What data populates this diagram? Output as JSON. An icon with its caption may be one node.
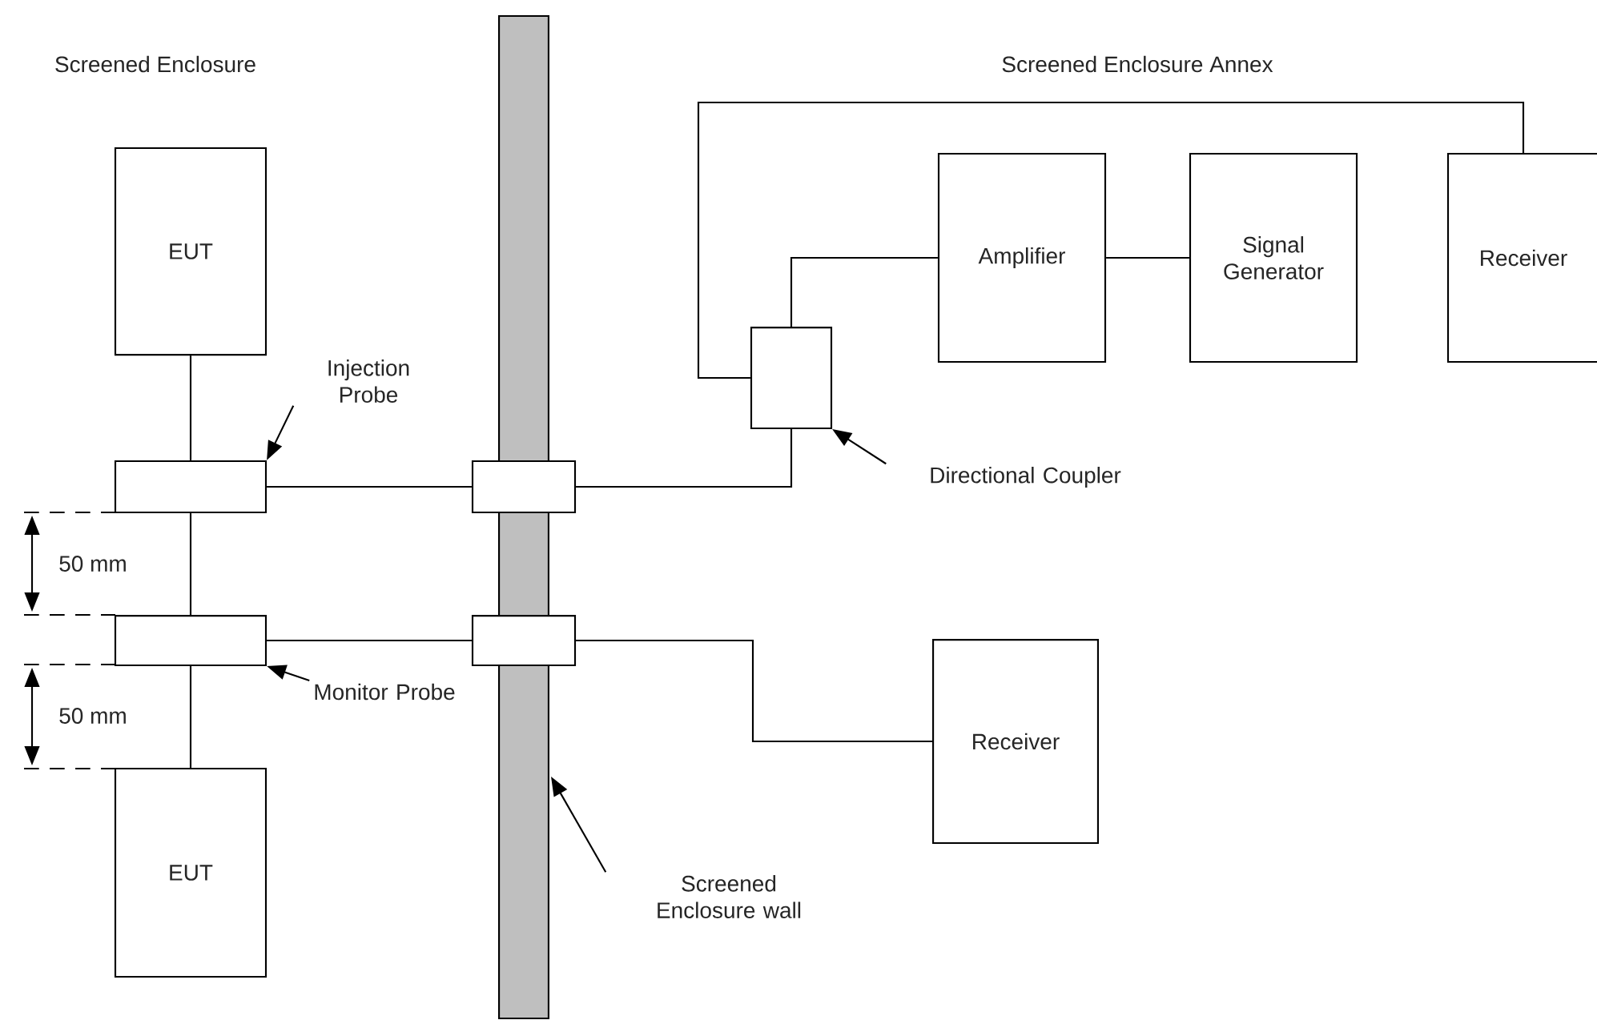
{
  "diagram": {
    "nodes": [
      {
        "text": [
          "EUT"
        ]
      },
      {
        "text": [
          "EUT"
        ]
      },
      {
        "text": [],
        "shape": "box"
      },
      {
        "text": [],
        "shape": "box"
      },
      {
        "text": [],
        "shape": "box"
      },
      {
        "text": [],
        "shape": "box"
      },
      {
        "text": [],
        "shape": "box"
      },
      {
        "text": [
          "Amplifier"
        ]
      },
      {
        "text": [
          "Signal Generator"
        ]
      },
      {
        "text": [
          "Receiver"
        ]
      },
      {
        "text": [
          "Receiver"
        ]
      },
      {
        "text": [],
        "shape": "bar"
      },
      {
        "text": [
          "Injection Probe"
        ]
      },
      {
        "text": [
          "Monitor Probe"
        ]
      },
      {
        "text": [
          "Directional Coupler"
        ]
      },
      {
        "text": [
          "Screened Enclosure wall"
        ]
      }
    ],
    "edges": [
      {
        "from": 0,
        "to": 2,
        "arrow": "none"
      },
      {
        "from": 2,
        "to": 3,
        "arrow": "none"
      },
      {
        "from": 3,
        "to": 1,
        "arrow": "none"
      },
      {
        "from": 2,
        "to": 4,
        "arrow": "none"
      },
      {
        "from": 3,
        "to": 5,
        "arrow": "none"
      },
      {
        "from": 4,
        "to": 6,
        "arrow": "none"
      },
      {
        "from": 6,
        "to": 7,
        "arrow": "none"
      },
      {
        "from": 7,
        "to": 8,
        "arrow": "none"
      },
      {
        "from": 6,
        "to": 9,
        "arrow": "none"
      },
      {
        "from": 5,
        "to": 10,
        "arrow": "none"
      },
      {
        "from": 12,
        "to": 2,
        "arrow": "to"
      },
      {
        "from": 13,
        "to": 3,
        "arrow": "to"
      },
      {
        "from": 14,
        "to": 6,
        "arrow": "to"
      },
      {
        "from": 15,
        "to": 11,
        "arrow": "to"
      }
    ],
    "labels": [
      "Screened Enclosure",
      "Screened Enclosure Annex",
      "50 mm",
      "50 mm"
    ]
  }
}
